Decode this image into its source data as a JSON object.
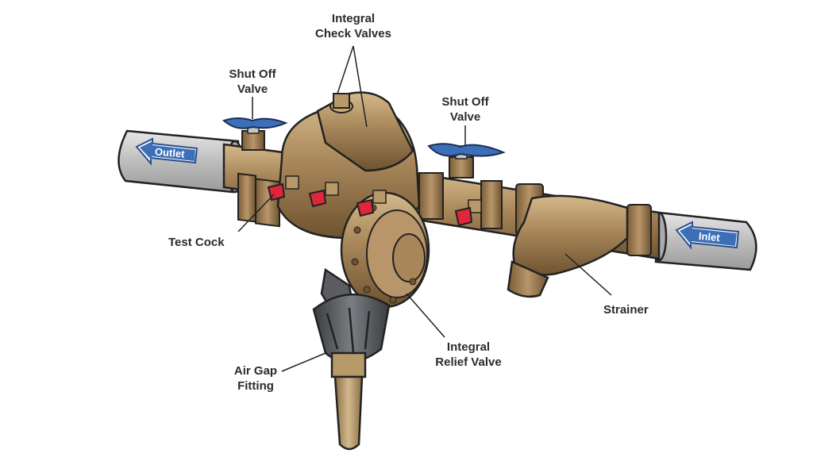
{
  "labels": {
    "integral_check_valves": [
      "Integral",
      "Check Valves"
    ],
    "shut_off_valve_left": [
      "Shut Off",
      "Valve"
    ],
    "shut_off_valve_right": [
      "Shut Off",
      "Valve"
    ],
    "test_cock": "Test Cock",
    "strainer": "Strainer",
    "integral_relief_valve": [
      "Integral",
      "Relief Valve"
    ],
    "air_gap_fitting": [
      "Air Gap",
      "Fitting"
    ]
  },
  "arrows": {
    "outlet": "Outlet",
    "inlet": "Inlet"
  },
  "colors": {
    "bronze": "#a8865a",
    "bronze_dark": "#6e5330",
    "bronze_light": "#cfb385",
    "test_cock_red": "#e0263a",
    "handle_blue": "#3d6fb8",
    "pipe_gray": "#c9c9c9",
    "air_gap_dark": "#4d4f52"
  }
}
